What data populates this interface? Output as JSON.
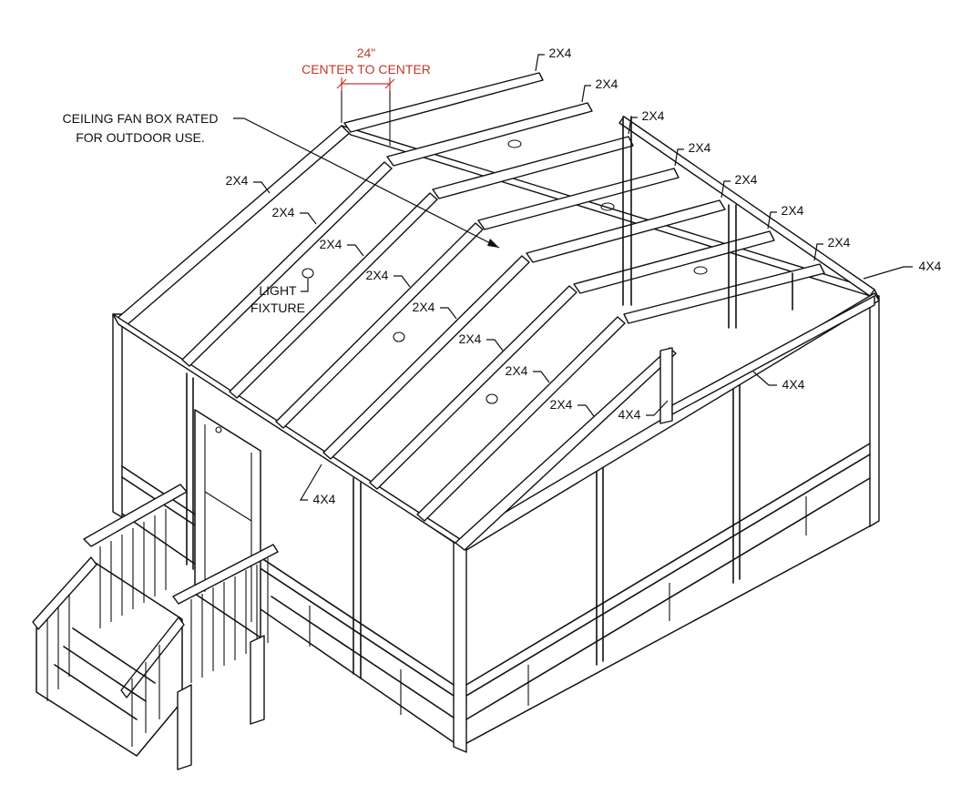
{
  "dimension": {
    "value": "24\"",
    "text": "CENTER TO CENTER",
    "color": "#c0392b"
  },
  "callouts": {
    "fan_box_line1": "CEILING FAN BOX RATED",
    "fan_box_line2": "FOR OUTDOOR USE.",
    "light_line1": "LIGHT",
    "light_line2": "FIXTURE"
  },
  "rafter_labels": [
    "2X4",
    "2X4",
    "2X4",
    "2X4",
    "2X4",
    "2X4",
    "2X4",
    "2X4"
  ],
  "right_rafter_labels": [
    "2X4",
    "2X4",
    "2X4",
    "2X4",
    "2X4",
    "2X4",
    "2X4"
  ],
  "post_labels": {
    "eave_right": "4X4",
    "hip_right": "4X4",
    "post_mid": "4X4",
    "eave_left": "4X4"
  },
  "colors": {
    "line": "#111111",
    "dimension": "#c0392b",
    "background": "#ffffff"
  }
}
